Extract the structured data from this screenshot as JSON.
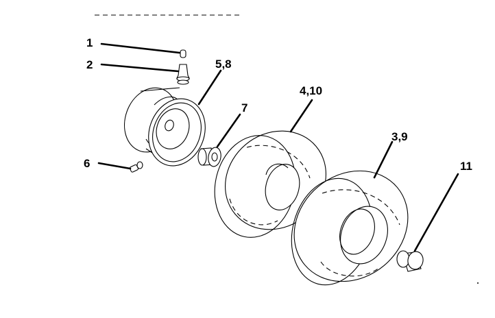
{
  "callouts": {
    "c1": "1",
    "c2": "2",
    "c3": "3,9",
    "c4": "4,10",
    "c5": "5,8",
    "c6": "6",
    "c7": "7",
    "c11": "11"
  },
  "colors": {
    "ink": "#000000",
    "background": "#ffffff"
  }
}
